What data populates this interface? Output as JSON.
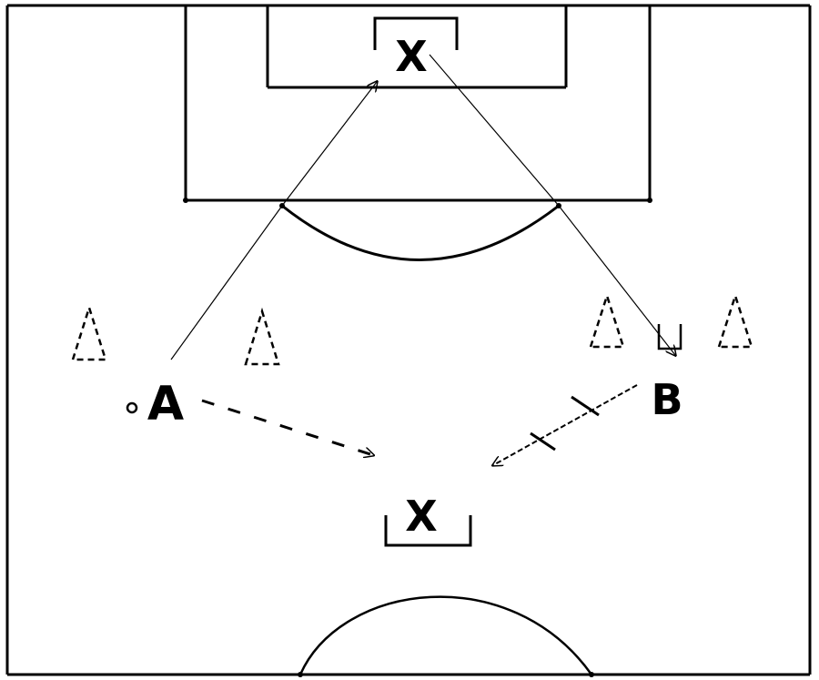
{
  "labels": {
    "player_a": "A",
    "player_b": "B",
    "goal_top": "X",
    "goal_bottom": "X"
  },
  "colors": {
    "lines": "#000000",
    "background": "#ffffff"
  },
  "icons": [
    "cone-icon",
    "goal-icon",
    "ball-icon",
    "arrow-icon"
  ]
}
